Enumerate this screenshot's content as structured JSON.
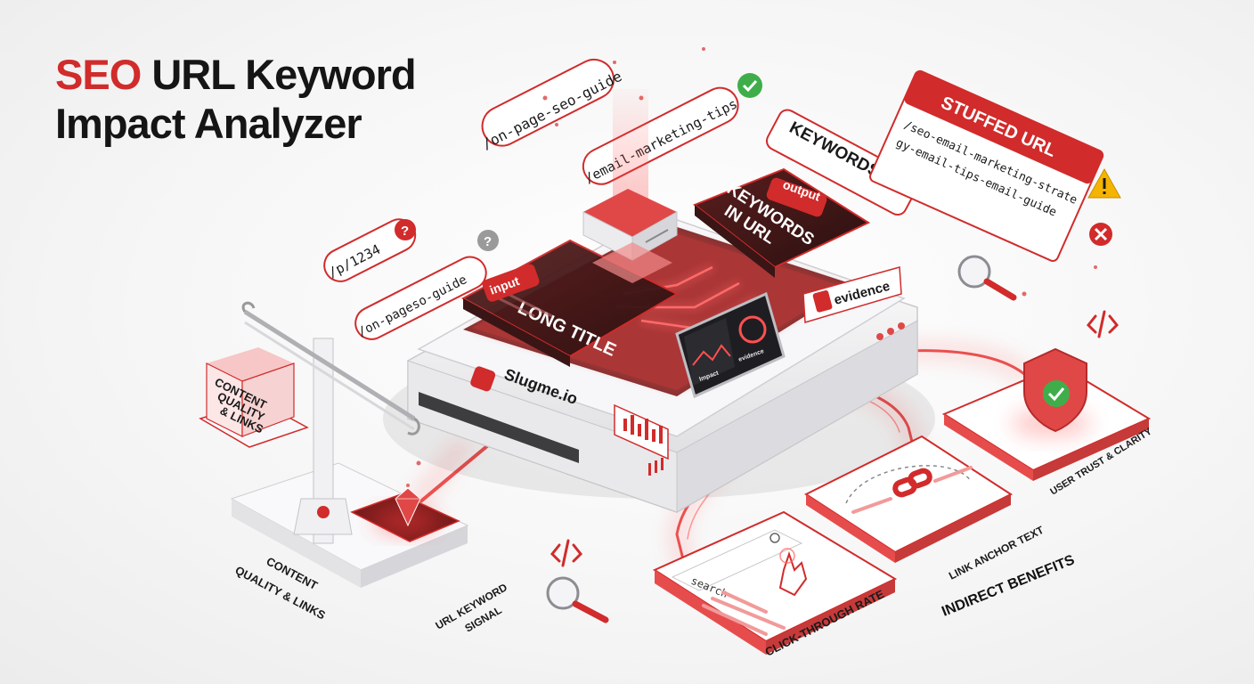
{
  "title": {
    "accent": "SEO",
    "rest_line1": "URL Keyword",
    "line2": "Impact Analyzer"
  },
  "inputs": {
    "url_guide": "/on-page-seo-guide",
    "url_email": "/email-marketing-tips",
    "url_id": "/p/1234",
    "url_misspelled": "/on-pageso-guide"
  },
  "engine": {
    "brand": "Slugme.io",
    "input_tag": "input",
    "output_tag": "output",
    "long_title": "LONG TITLE",
    "keywords_panel_line1": "KEYWORDS",
    "keywords_panel_line2": "IN URL",
    "evidence": "evidence",
    "screen_left": "Impact",
    "screen_right": "evidence"
  },
  "keywords_sign": "KEYWORDS IN URL",
  "stuffed": {
    "header": "STUFFED URL",
    "line1": "/seo-email-marketing-strate",
    "line2": "gy-email-tips-email-guide"
  },
  "scale": {
    "box_line1": "CONTENT",
    "box_line2": "QUALITY",
    "box_line3": "& LINKS"
  },
  "labels": {
    "content_line1": "CONTENT",
    "content_line2": "QUALITY & LINKS",
    "signal_line1": "URL KEYWORD",
    "signal_line2": "SIGNAL",
    "ctr": "CLICK-THROUGH RATE",
    "anchor": "LINK ANCHOR TEXT",
    "trust": "USER TRUST & CLARITY",
    "indirect": "INDIRECT BENEFITS"
  },
  "ctr_card": {
    "search_word": "search"
  },
  "colors": {
    "accent": "#d12b2b",
    "dark": "#151515",
    "glow": "#ff4a4a"
  }
}
